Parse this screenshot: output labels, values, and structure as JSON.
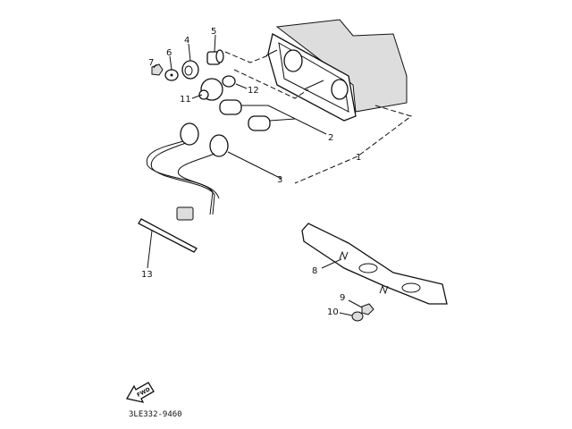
{
  "diagram": {
    "callouts": {
      "p1": "1",
      "p2": "2",
      "p3": "3",
      "p4": "4",
      "p5": "5",
      "p6": "6",
      "p7": "7",
      "p8": "8",
      "p9": "9",
      "p10": "10",
      "p11": "11",
      "p12": "12",
      "p13": "13"
    },
    "fwd_label": "FWD",
    "drawing_code": "3LE332-9460"
  }
}
